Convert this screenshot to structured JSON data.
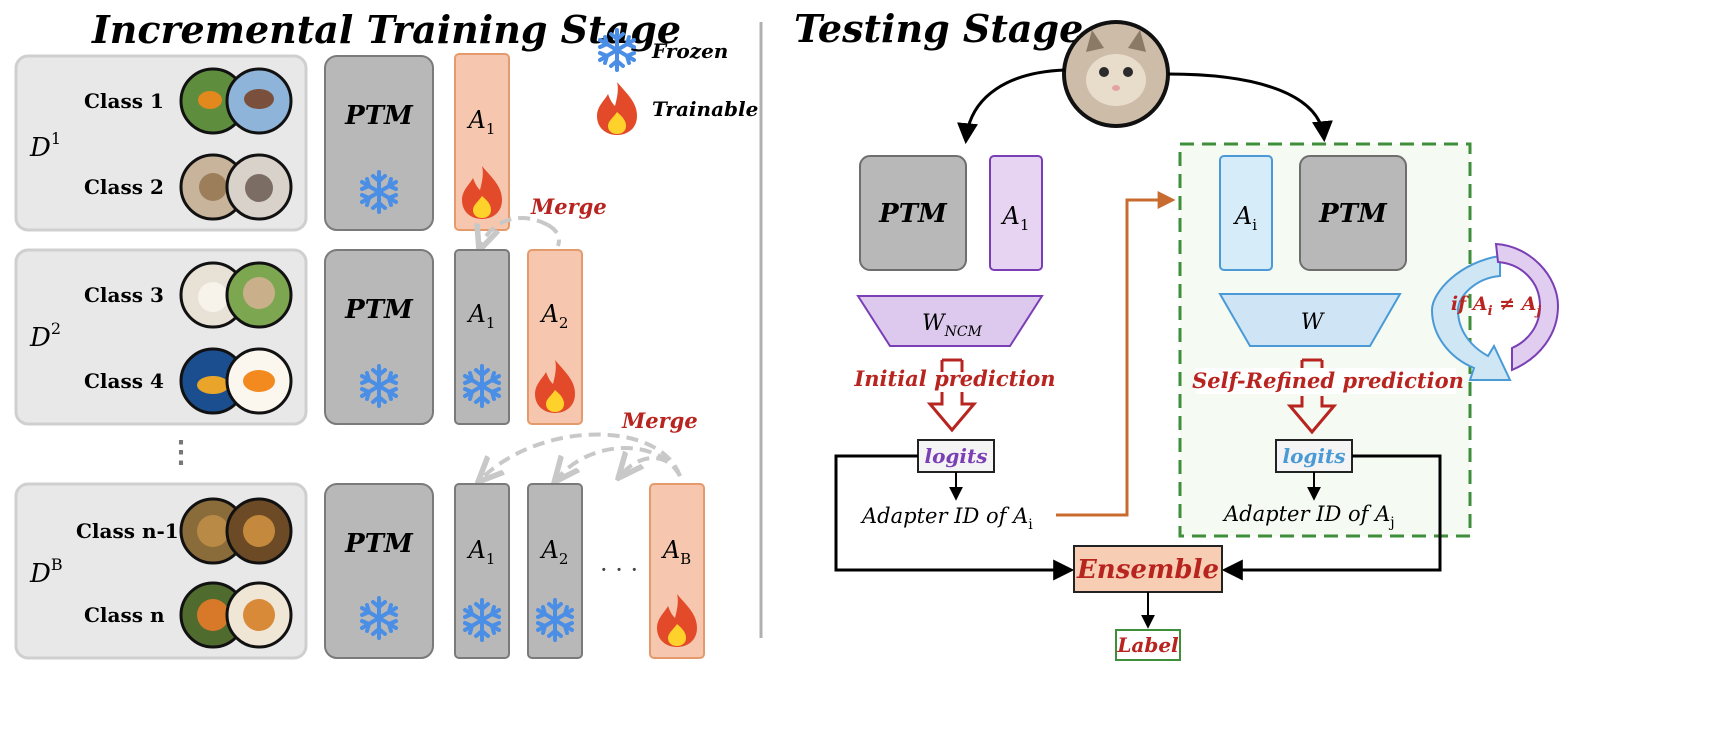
{
  "left_panel": {
    "title": "Incremental Training Stage",
    "legend": {
      "frozen": "Frozen",
      "trainable": "Trainable"
    },
    "rows": [
      {
        "dataset": "D",
        "sup": "1",
        "class_a": "Class 1",
        "class_b": "Class 2"
      },
      {
        "dataset": "D",
        "sup": "2",
        "class_a": "Class 3",
        "class_b": "Class 4"
      },
      {
        "dataset": "D",
        "sup": "B",
        "class_a": "Class n-1",
        "class_b": "Class n"
      }
    ],
    "ptm_label": "PTM",
    "adapter_symbol": "A",
    "adapter_sub_1": "1",
    "adapter_sub_2": "2",
    "adapter_sub_b": "B",
    "merge_label": "Merge",
    "vdots": "⋮",
    "hdots": "· · ·"
  },
  "right_panel": {
    "title": "Testing Stage",
    "ptm_label": "PTM",
    "adapter_symbol": "A",
    "adapter_sub_1": "1",
    "adapter_sub_i": "i",
    "adapter_sub_j": "j",
    "w_ncm_main": "W",
    "w_ncm_sub": "NCM",
    "w_label": "W",
    "initial_prediction": "Initial prediction",
    "self_refined_prediction": "Self-Refined prediction",
    "logits": "logits",
    "adapter_id_prefix": "Adapter ID of ",
    "condition_prefix": "if ",
    "condition_ne": " ≠ ",
    "ensemble": "Ensemble",
    "label": "Label"
  },
  "colors": {
    "ptm_fill": "#b8b8b8",
    "frozen_adapter_fill": "#b8b8b8",
    "trainable_adapter_fill": "#f6c7ae",
    "row_bg": "#e8e8e8",
    "snowflake": "#4a8ee6",
    "fire_red": "#e24a2a",
    "fire_yellow": "#ffd22b",
    "merge_text": "#b8241f",
    "prediction_text": "#b8241f",
    "adapter1_test_fill": "#e6d4f2",
    "adapter1_test_stroke": "#7b3fb5",
    "adapteri_fill": "#d6ecf8",
    "adapteri_stroke": "#4a9ad6",
    "wncm_fill": "#ddc9ee",
    "w_fill": "#cfe4f5",
    "green_dash": "#3e8e3a",
    "orange_arrow": "#c86b2e",
    "ensemble_fill": "#f7cdb3",
    "label_stroke": "#3e8e3a",
    "label_text": "#b8241f",
    "logits_left_text": "#7b3fb5",
    "logits_right_text": "#4a9ad6"
  },
  "icons": [
    "snowflake-icon",
    "fire-icon",
    "cat-photo",
    "bird-photo",
    "dog-photo",
    "fish-photo",
    "lion-photo",
    "tiger-photo"
  ]
}
